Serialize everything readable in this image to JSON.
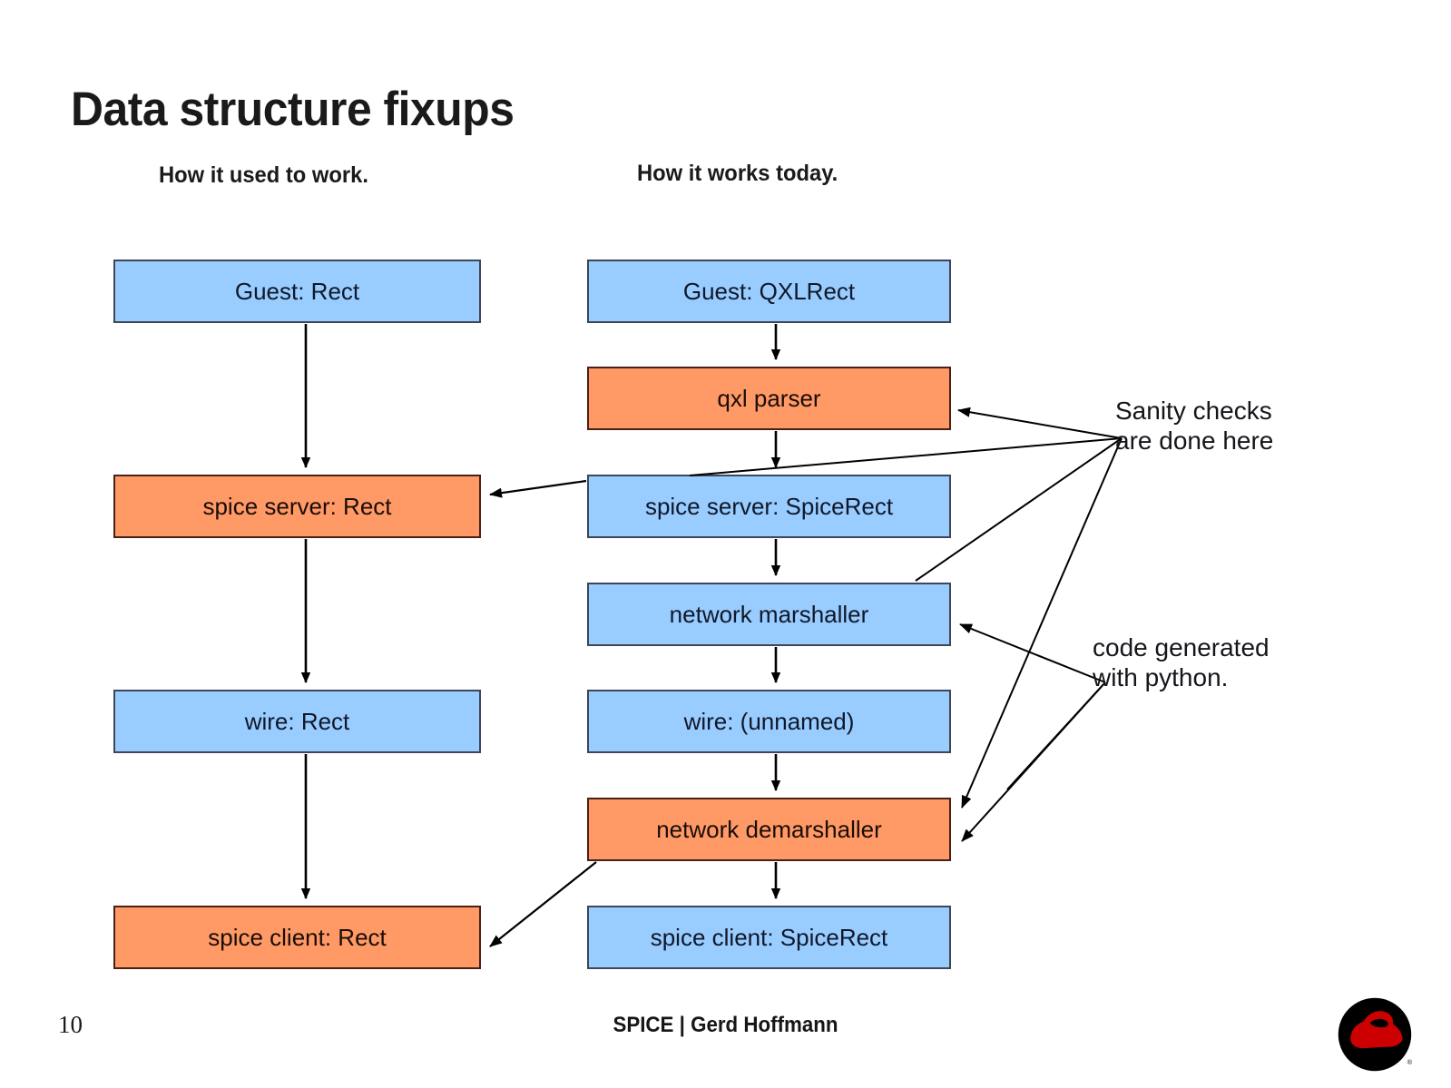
{
  "slide": {
    "title": "Data structure fixups",
    "page_number": "10",
    "footer_center": "SPICE | Gerd Hoffmann",
    "logo": "red-hat-shadowman-logo"
  },
  "columns": {
    "left": {
      "heading": "How it used to work.",
      "nodes": [
        {
          "label": "Guest: Rect",
          "kind": "blue"
        },
        {
          "label": "spice server: Rect",
          "kind": "orange"
        },
        {
          "label": "wire: Rect",
          "kind": "blue"
        },
        {
          "label": "spice client: Rect",
          "kind": "orange"
        }
      ]
    },
    "right": {
      "heading": "How it works today.",
      "nodes": [
        {
          "label": "Guest: QXLRect",
          "kind": "blue"
        },
        {
          "label": "qxl parser",
          "kind": "orange"
        },
        {
          "label": "spice server: SpiceRect",
          "kind": "blue"
        },
        {
          "label": "network marshaller",
          "kind": "blue"
        },
        {
          "label": "wire: (unnamed)",
          "kind": "blue"
        },
        {
          "label": "network demarshaller",
          "kind": "orange"
        },
        {
          "label": "spice client: SpiceRect",
          "kind": "blue"
        }
      ]
    }
  },
  "annotations": [
    {
      "id": "sanity",
      "line1": "Sanity checks",
      "line2": "are done here"
    },
    {
      "id": "python",
      "line1": "code generated",
      "line2": "with python."
    }
  ],
  "colors": {
    "blue_fill": "#99CCFF",
    "blue_border": "#3D4758",
    "orange_fill": "#FF9966",
    "orange_border": "#4A2016",
    "text": "#15161A",
    "logo_red": "#CC0000",
    "logo_black": "#000000"
  }
}
